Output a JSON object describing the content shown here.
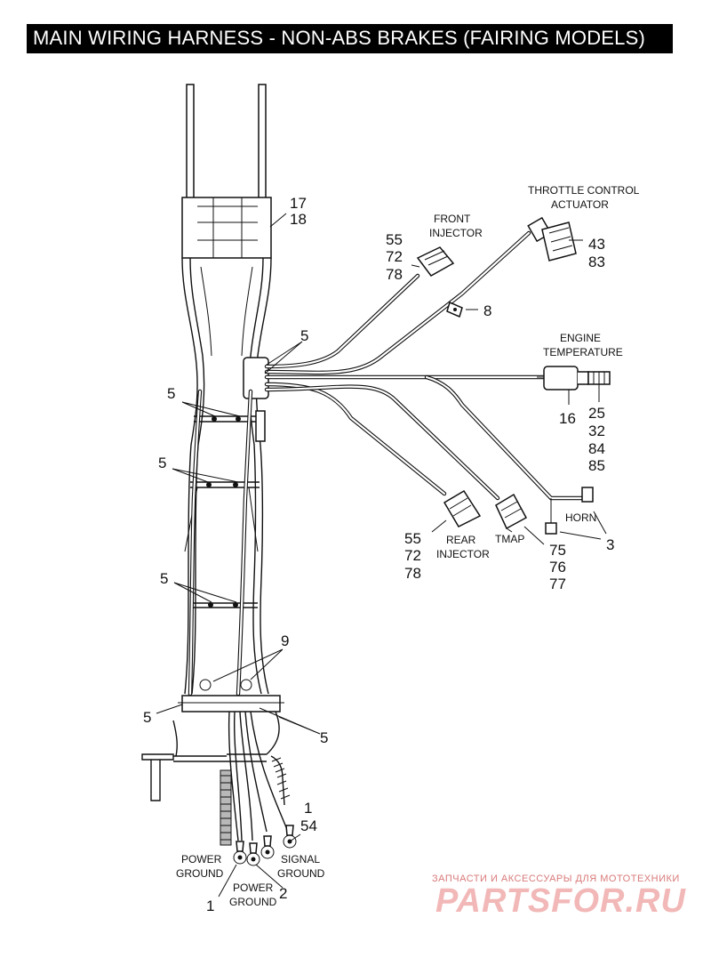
{
  "title": "MAIN WIRING HARNESS - NON-ABS BRAKES (FAIRING MODELS)",
  "labels": {
    "n17": "17",
    "n18": "18",
    "front_injector_l1": "FRONT",
    "front_injector_l2": "INJECTOR",
    "fi_55": "55",
    "fi_72": "72",
    "fi_78": "78",
    "tca_l1": "THROTTLE CONTROL",
    "tca_l2": "ACTUATOR",
    "tca_43": "43",
    "tca_83": "83",
    "n8": "8",
    "n5_top": "5",
    "eng_temp_l1": "ENGINE",
    "eng_temp_l2": "TEMPERATURE",
    "et_16": "16",
    "et_25": "25",
    "et_32": "32",
    "et_84": "84",
    "et_85": "85",
    "n5_a": "5",
    "n5_b": "5",
    "n5_c": "5",
    "horn": "HORN",
    "n3": "3",
    "ri_55": "55",
    "ri_72": "72",
    "ri_78": "78",
    "rear_injector_l1": "REAR",
    "rear_injector_l2": "INJECTOR",
    "tmap": "TMAP",
    "tm_75": "75",
    "tm_76": "76",
    "tm_77": "77",
    "n9": "9",
    "n5_left": "5",
    "n5_right": "5",
    "sg_1": "1",
    "sg_54": "54",
    "power_ground_l1": "POWER",
    "power_ground_l2": "GROUND",
    "signal_ground_l1": "SIGNAL",
    "signal_ground_l2": "GROUND",
    "pg2_l1": "POWER",
    "pg2_l2": "GROUND",
    "pg_1": "1",
    "pg_2": "2"
  },
  "watermark": {
    "tagline": "ЗАПЧАСТИ И АКСЕССУАРЫ ДЛЯ МОТОТЕХНИКИ",
    "brand": "PARTSFOR.RU"
  }
}
